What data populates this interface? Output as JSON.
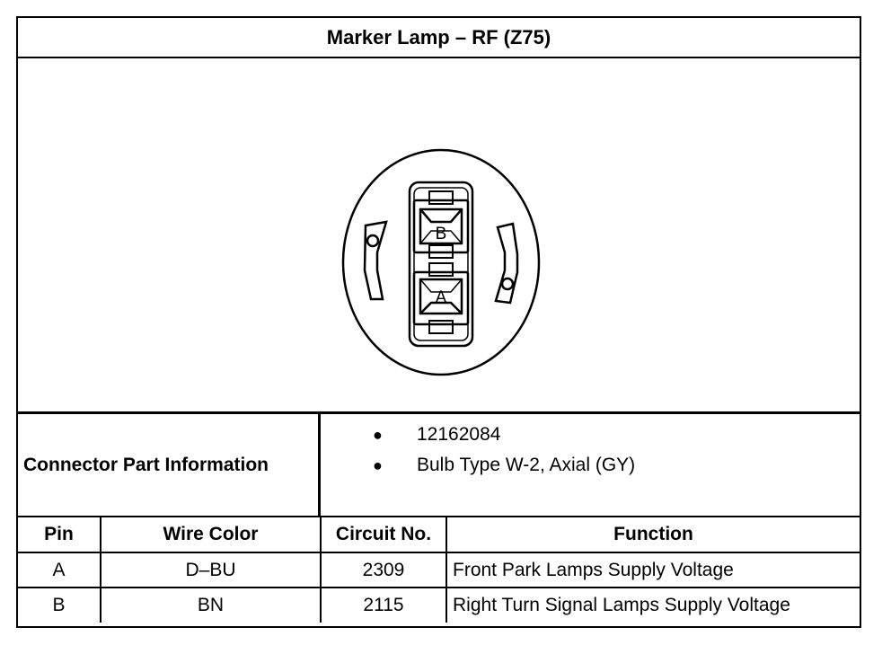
{
  "title": "Marker Lamp – RF (Z75)",
  "connector": {
    "cavity_labels": [
      "B",
      "A"
    ]
  },
  "part_info": {
    "label": "Connector Part Information",
    "items": [
      "12162084",
      "Bulb Type W-2, Axial (GY)"
    ]
  },
  "table": {
    "headers": [
      "Pin",
      "Wire Color",
      "Circuit No.",
      "Function"
    ],
    "rows": [
      {
        "pin": "A",
        "wire_color": "D–BU",
        "circuit": "2309",
        "function": "Front Park Lamps Supply Voltage"
      },
      {
        "pin": "B",
        "wire_color": "BN",
        "circuit": "2115",
        "function": "Right Turn Signal Lamps Supply Voltage"
      }
    ]
  }
}
